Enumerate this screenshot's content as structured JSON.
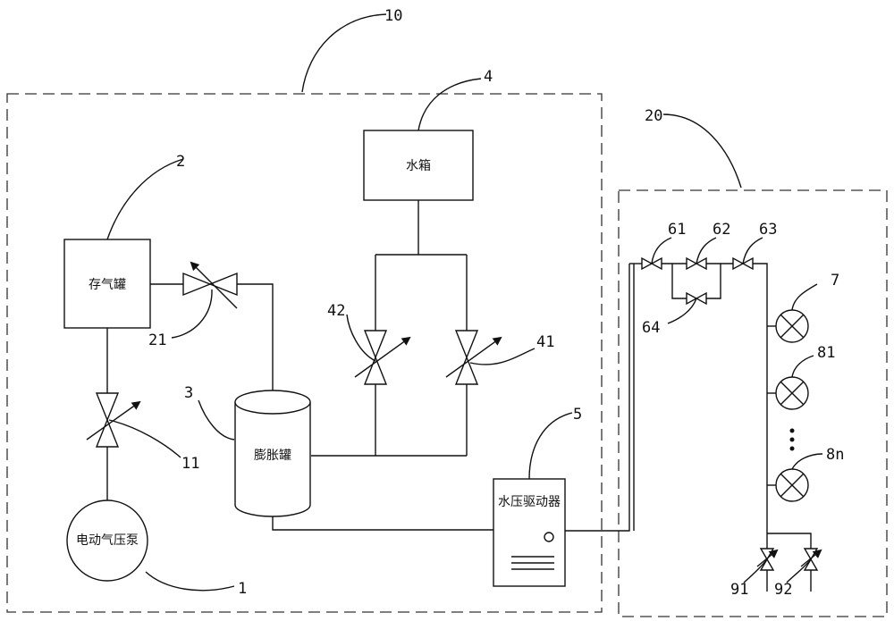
{
  "components": {
    "electric_air_pump": "电动气压泵",
    "air_tank": "存气罐",
    "expansion_tank": "膨胀罐",
    "water_tank": "水箱",
    "water_pressure_driver": "水压驱动器"
  },
  "callouts": {
    "n10": "10",
    "n20": "20",
    "n1": "1",
    "n2": "2",
    "n3": "3",
    "n4": "4",
    "n5": "5",
    "n11": "11",
    "n21": "21",
    "n41": "41",
    "n42": "42",
    "n61": "61",
    "n62": "62",
    "n63": "63",
    "n64": "64",
    "n7": "7",
    "n81": "81",
    "n8n": "8n",
    "n91": "91",
    "n92": "92"
  }
}
